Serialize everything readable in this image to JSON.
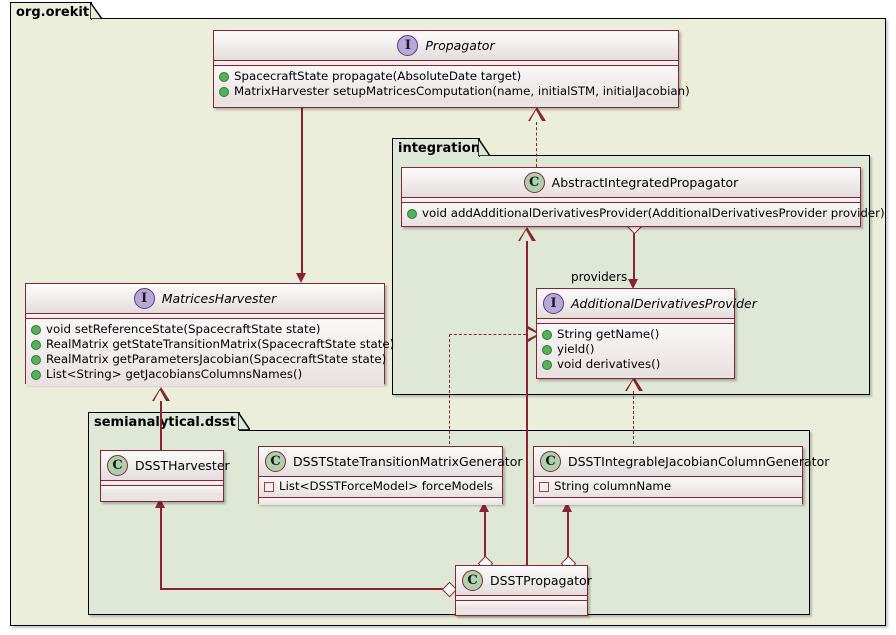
{
  "diagram": {
    "type": "uml-class-diagram",
    "colors": {
      "outer_package_bg": "#eceedc",
      "inner_package_bg": "#dfe7d6",
      "node_border": "#8a2432",
      "interface_icon_bg": "#b8a8d9",
      "class_icon_bg": "#add1ad",
      "public_marker": "#57b05a",
      "private_marker": "#b03a44"
    }
  },
  "packages": {
    "root": {
      "label": "org.orekit"
    },
    "integration": {
      "label": "integration"
    },
    "dsst": {
      "label": "semianalytical.dsst"
    }
  },
  "nodes": {
    "propagator": {
      "name": "Propagator",
      "stereotype": "I",
      "italic": true,
      "attributes": [],
      "methods": [
        {
          "visibility": "public",
          "text": "SpacecraftState propagate(AbsoluteDate target)"
        },
        {
          "visibility": "public",
          "text": "MatrixHarvester setupMatricesComputation(name, initialSTM, initialJacobian)"
        }
      ]
    },
    "abstract_integrated_propagator": {
      "name": "AbstractIntegratedPropagator",
      "stereotype": "C",
      "italic": false,
      "attributes": [],
      "methods": [
        {
          "visibility": "public",
          "text": "void addAdditionalDerivativesProvider(AdditionalDerivativesProvider provider)"
        }
      ]
    },
    "matrices_harvester": {
      "name": "MatricesHarvester",
      "stereotype": "I",
      "italic": true,
      "attributes": [],
      "methods": [
        {
          "visibility": "public",
          "text": "void setReferenceState(SpacecraftState state)"
        },
        {
          "visibility": "public",
          "text": "RealMatrix getStateTransitionMatrix(SpacecraftState state)"
        },
        {
          "visibility": "public",
          "text": "RealMatrix getParametersJacobian(SpacecraftState state)"
        },
        {
          "visibility": "public",
          "text": "List<String> getJacobiansColumnsNames()"
        }
      ]
    },
    "additional_derivatives_provider": {
      "name": "AdditionalDerivativesProvider",
      "stereotype": "I",
      "italic": true,
      "attributes": [],
      "methods": [
        {
          "visibility": "public",
          "text": "String getName()"
        },
        {
          "visibility": "public",
          "text": "yield()"
        },
        {
          "visibility": "public",
          "text": "void derivatives()"
        }
      ]
    },
    "dsst_harvester": {
      "name": "DSSTHarvester",
      "stereotype": "C",
      "italic": false,
      "attributes": [],
      "methods": []
    },
    "dsst_state_transition_matrix_generator": {
      "name": "DSSTStateTransitionMatrixGenerator",
      "stereotype": "C",
      "italic": false,
      "attributes": [
        {
          "visibility": "private",
          "text": "List<DSSTForceModel> forceModels"
        }
      ],
      "methods": []
    },
    "dsst_integrable_jacobian_column_generator": {
      "name": "DSSTIntegrableJacobianColumnGenerator",
      "stereotype": "C",
      "italic": false,
      "attributes": [
        {
          "visibility": "private",
          "text": "String columnName"
        }
      ],
      "methods": []
    },
    "dsst_propagator": {
      "name": "DSSTPropagator",
      "stereotype": "C",
      "italic": false,
      "attributes": [],
      "methods": []
    }
  },
  "relations": [
    {
      "id": "propagator-to-matrices-harvester",
      "kind": "association",
      "from": "Propagator",
      "to": "MatricesHarvester",
      "label": ""
    },
    {
      "id": "abstract-integrated-propagator-extends-propagator",
      "kind": "realization",
      "from": "AbstractIntegratedPropagator",
      "to": "Propagator",
      "label": ""
    },
    {
      "id": "abstract-integrated-propagator-holds-providers",
      "kind": "aggregation",
      "from": "AbstractIntegratedPropagator",
      "to": "AdditionalDerivativesProvider",
      "label": "providers"
    },
    {
      "id": "dsst-propagator-extends-abstract-integrated-propagator",
      "kind": "generalization",
      "from": "DSSTPropagator",
      "to": "AbstractIntegratedPropagator",
      "label": ""
    },
    {
      "id": "dsst-harvester-implements-matrices-harvester",
      "kind": "generalization",
      "from": "DSSTHarvester",
      "to": "MatricesHarvester",
      "label": ""
    },
    {
      "id": "dsst-state-transition-matrix-generator-implements-provider",
      "kind": "realization",
      "from": "DSSTStateTransitionMatrixGenerator",
      "to": "AdditionalDerivativesProvider",
      "label": ""
    },
    {
      "id": "dsst-integrable-jacobian-column-generator-implements-provider",
      "kind": "realization",
      "from": "DSSTIntegrableJacobianColumnGenerator",
      "to": "AdditionalDerivativesProvider",
      "label": ""
    },
    {
      "id": "dsst-propagator-aggregates-dsst-state-transition-matrix-generator",
      "kind": "aggregation",
      "from": "DSSTPropagator",
      "to": "DSSTStateTransitionMatrixGenerator",
      "label": ""
    },
    {
      "id": "dsst-propagator-aggregates-dsst-integrable-jacobian-column-generator",
      "kind": "aggregation",
      "from": "DSSTPropagator",
      "to": "DSSTIntegrableJacobianColumnGenerator",
      "label": ""
    },
    {
      "id": "dsst-propagator-aggregates-dsst-harvester",
      "kind": "aggregation",
      "from": "DSSTPropagator",
      "to": "DSSTHarvester",
      "label": ""
    }
  ],
  "edge_labels": {
    "providers": "providers"
  }
}
